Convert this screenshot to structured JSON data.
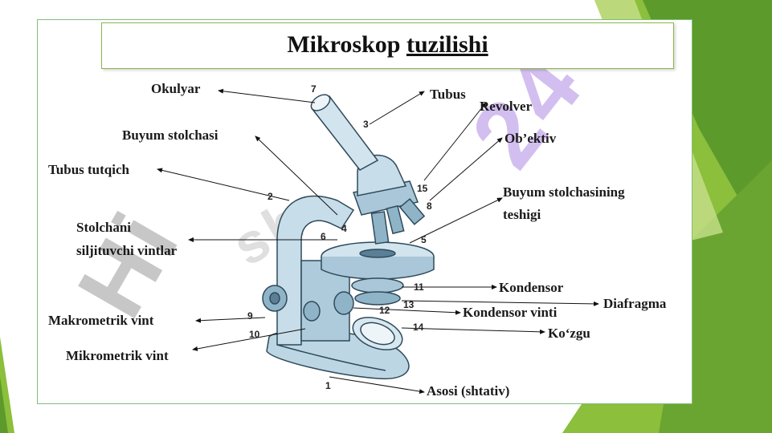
{
  "title": {
    "part1": "Mikroskop ",
    "part2": "tuzilishi"
  },
  "watermark": {
    "left_text": "Hi",
    "right_text": "24",
    "arc_text": "sh"
  },
  "labels": {
    "okulyar": "Okulyar",
    "tubus": "Tubus",
    "revolver": "Revolver",
    "buyum_stolchasi": "Buyum stolchasi",
    "obektiv": "Ob’ektiv",
    "tubus_tutqich": "Tubus tutqich",
    "teshik_line1": "Buyum stolchasining",
    "teshik_line2": "teshigi",
    "stolchani_line1": "Stolchani",
    "stolchani_line2": "siljituvchi vintlar",
    "kondensor": "Kondensor",
    "diafragma": "Diafragma",
    "kondensor_vinti": "Kondensor vinti",
    "makrometrik": "Makrometrik vint",
    "kozgu": "Ko‘zgu",
    "mikrometrik": "Mikrometrik vint",
    "asosi": "Asosi (shtativ)"
  },
  "numbers": {
    "n1": "1",
    "n2": "2",
    "n3": "3",
    "n4": "4",
    "n5": "5",
    "n6": "6",
    "n7": "7",
    "n8": "8",
    "n9": "9",
    "n10": "10",
    "n11": "11",
    "n12": "12",
    "n13": "13",
    "n14": "14",
    "n15": "15"
  },
  "colors": {
    "green_dark": "#5c9a2b",
    "green_mid": "#8bbf3c",
    "green_light": "#c7e08a",
    "frame": "#7fbf7a",
    "microscope_fill": "#bcd6e4",
    "microscope_dark": "#5a7f96",
    "watermark_grey": "#9a9a9a",
    "watermark_purple": "#a070e0"
  }
}
